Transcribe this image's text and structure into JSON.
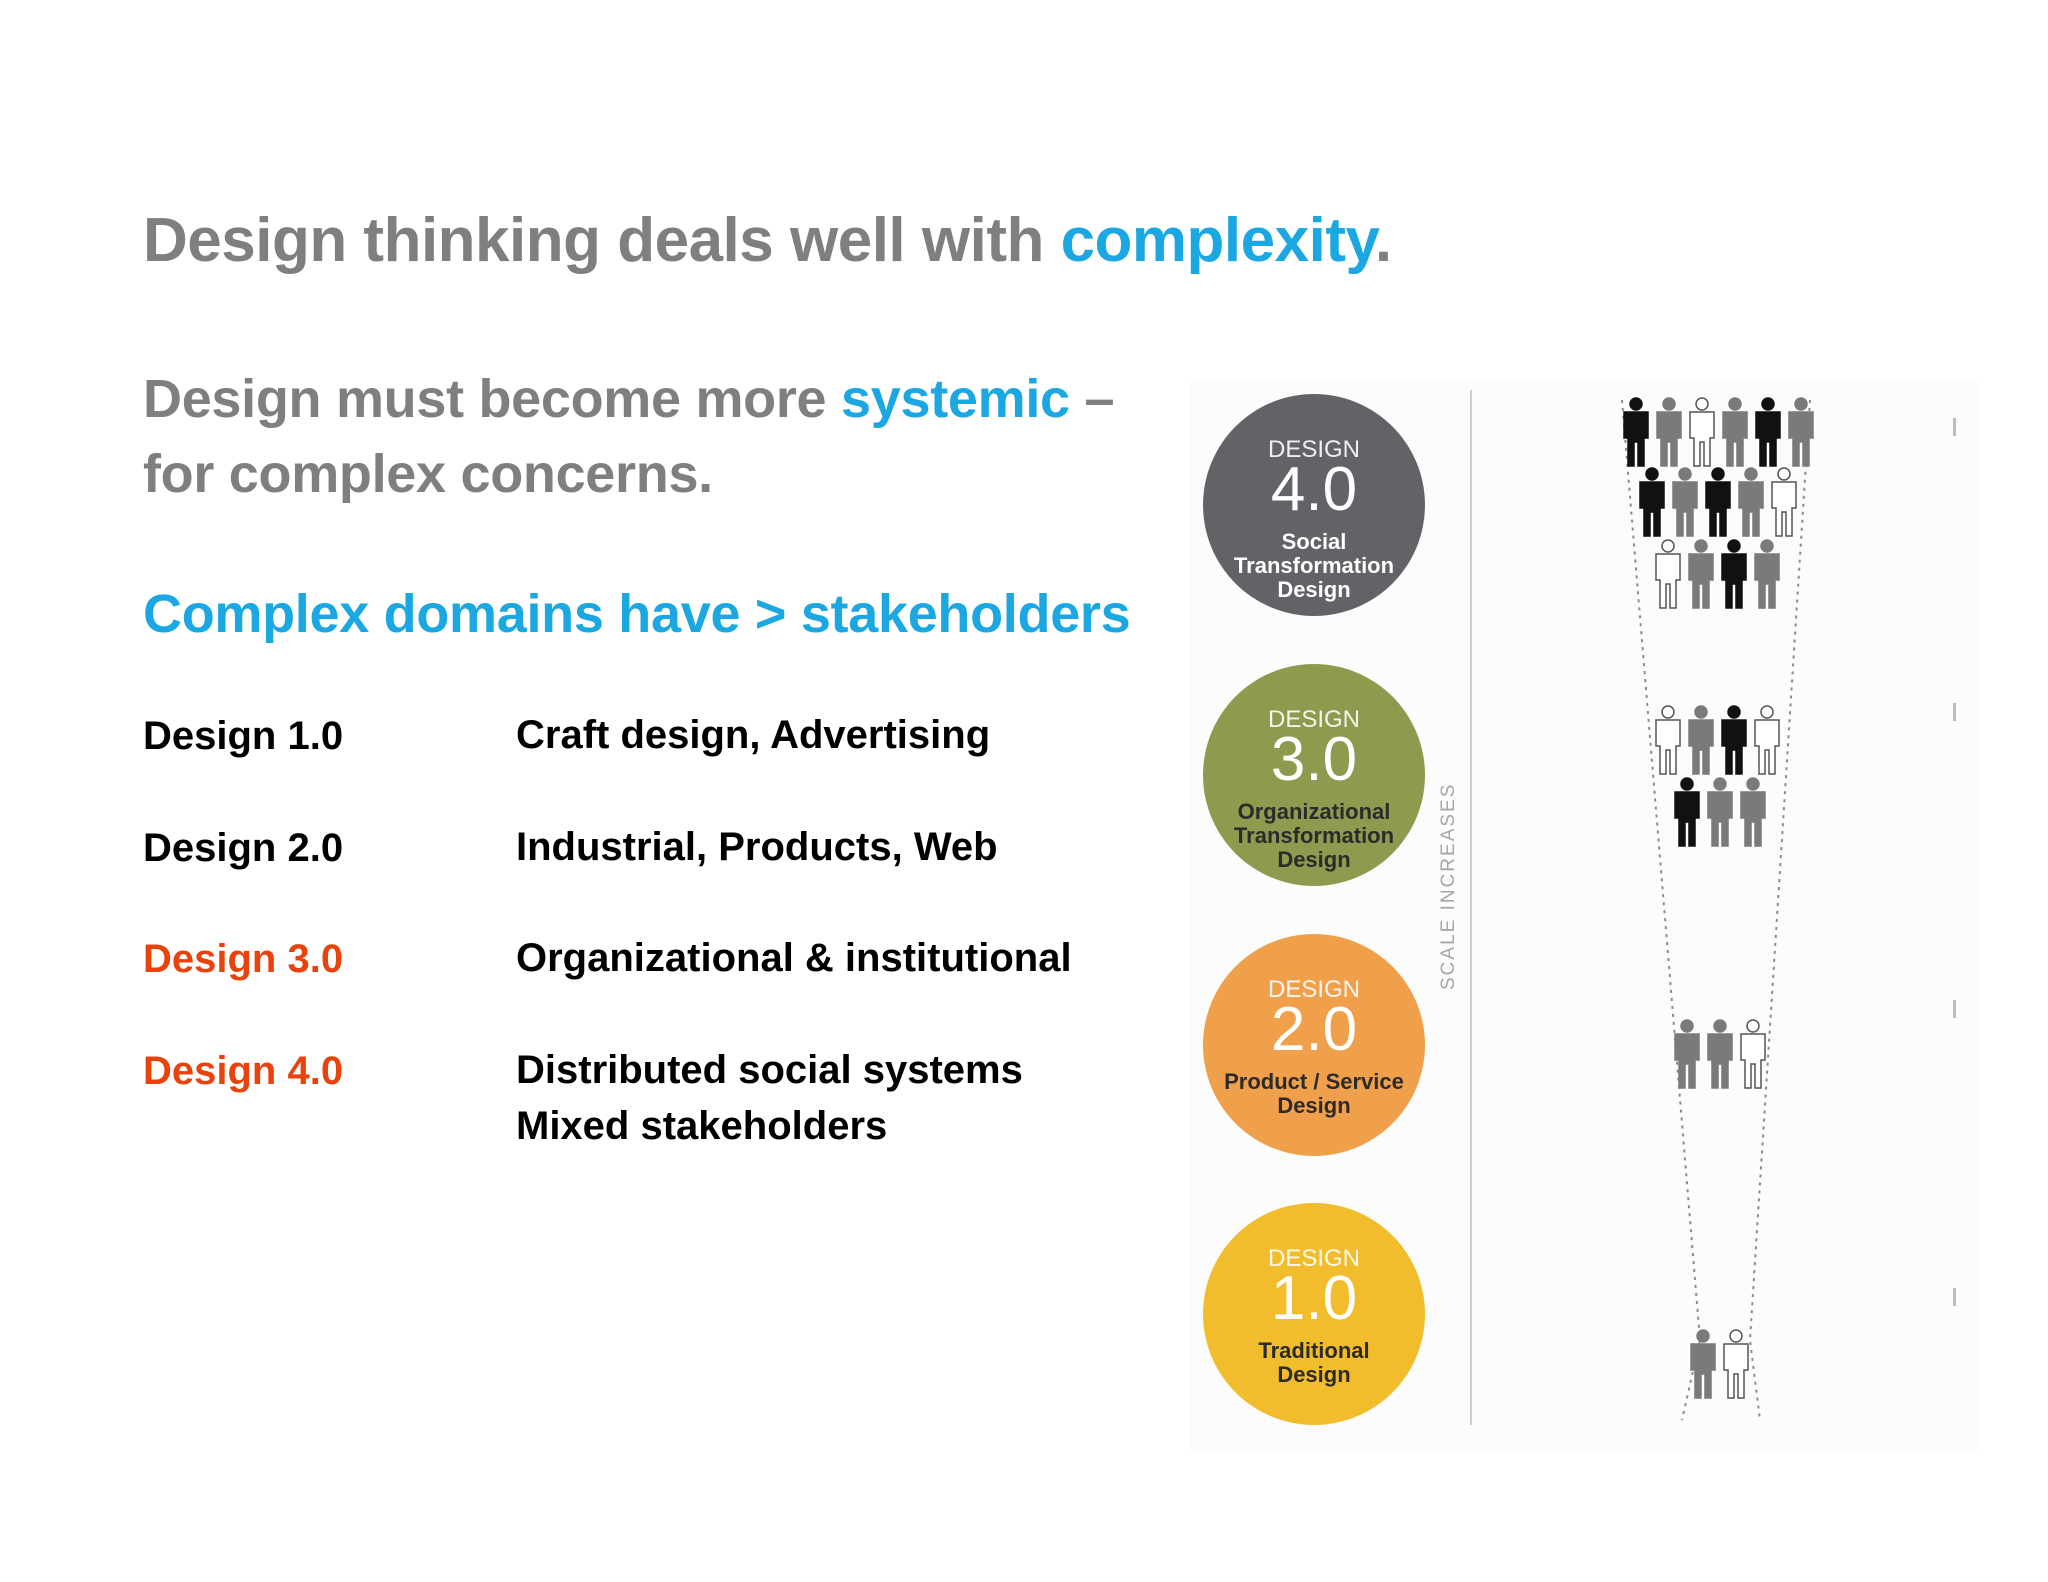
{
  "title": {
    "prefix": "Design thinking deals well with ",
    "accent": "complexity",
    "suffix": "."
  },
  "subtitle": {
    "line1_prefix": "Design must become more ",
    "line1_accent": "systemic",
    "line1_suffix": " –",
    "line2": "for complex concerns."
  },
  "heading": "Complex domains have > stakeholders",
  "rows": [
    {
      "label": "Design 1.0",
      "desc": "Craft design, Advertising",
      "desc2": ""
    },
    {
      "label": "Design 2.0",
      "desc": "Industrial, Products, Web",
      "desc2": ""
    },
    {
      "label": "Design 3.0",
      "desc": "Organizational & institutional",
      "desc2": ""
    },
    {
      "label": "Design 4.0",
      "desc": "Distributed social systems",
      "desc2": "Mixed stakeholders"
    }
  ],
  "colors": {
    "title_gray": "#7f7f7f",
    "accent_blue": "#1ba7e1",
    "highlight_red": "#e8430d",
    "circle_4": "#616366",
    "circle_3": "#8e9a4e",
    "circle_2": "#f0a04b",
    "circle_1": "#f2bd2d"
  },
  "figure": {
    "scale_label": "SCALE INCREASES",
    "circles": [
      {
        "top": "DESIGN",
        "num": "4.0",
        "cap": [
          "Social",
          "Transformation",
          "Design"
        ]
      },
      {
        "top": "DESIGN",
        "num": "3.0",
        "cap": [
          "Organizational",
          "Transformation",
          "Design"
        ]
      },
      {
        "top": "DESIGN",
        "num": "2.0",
        "cap": [
          "Product / Service",
          "Design"
        ]
      },
      {
        "top": "DESIGN",
        "num": "1.0",
        "cap": [
          "Traditional",
          "Design"
        ]
      }
    ],
    "people_groups": [
      {
        "level": "4.0",
        "rows": [
          [
            "k",
            "g",
            "w",
            "g",
            "k",
            "g"
          ],
          [
            "k",
            "g",
            "k",
            "g",
            "w"
          ],
          [
            "w",
            "g",
            "k",
            "g"
          ]
        ]
      },
      {
        "level": "3.0",
        "rows": [
          [
            "w",
            "g",
            "k",
            "w"
          ],
          [
            "k",
            "g",
            "g"
          ]
        ]
      },
      {
        "level": "2.0",
        "rows": [
          [
            "g",
            "g",
            "w"
          ]
        ]
      },
      {
        "level": "1.0",
        "rows": [
          [
            "g",
            "w"
          ]
        ]
      }
    ]
  }
}
